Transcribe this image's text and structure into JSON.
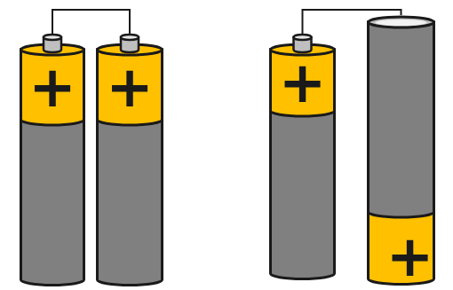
{
  "diagram": {
    "nodes": [
      {
        "text": [
          "+"
        ]
      },
      {
        "text": [
          "+"
        ]
      },
      {
        "text": [
          "+"
        ]
      },
      {
        "text": [
          "+"
        ]
      }
    ],
    "edges": [
      {
        "from": 0,
        "to": 1,
        "arrow": "none"
      },
      {
        "from": 2,
        "to": 3,
        "arrow": "none"
      }
    ]
  }
}
